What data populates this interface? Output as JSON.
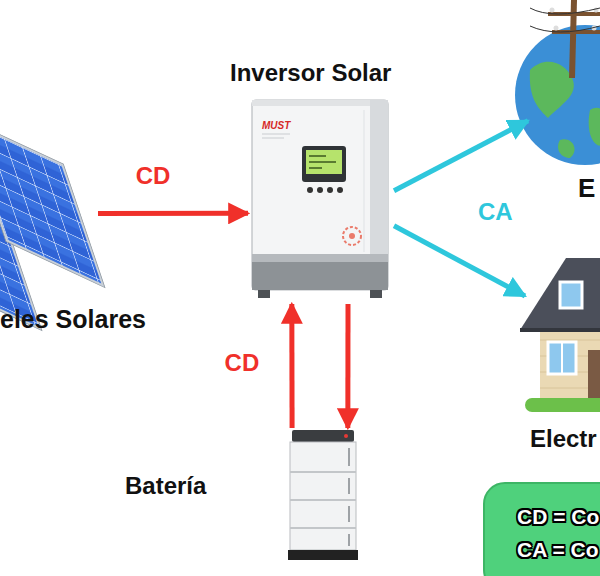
{
  "diagram": {
    "nodes": [
      {
        "text": [
          "Inversor Solar"
        ]
      },
      {
        "text": [
          "E"
        ]
      },
      {
        "text": [
          "eles Solares"
        ]
      },
      {
        "text": [
          "Electr"
        ]
      },
      {
        "text": [
          "Batería"
        ]
      },
      {
        "text": [
          "CD = Co",
          "CA = Co"
        ]
      }
    ],
    "edges": [
      {
        "from": 2,
        "to": 0,
        "label": "CD",
        "arrow": "to"
      },
      {
        "from": 0,
        "to": 1,
        "arrow": "to"
      },
      {
        "from": 0,
        "to": 3,
        "arrow": "to"
      },
      {
        "from": 4,
        "to": 0,
        "label": "CD",
        "arrow": "to"
      },
      {
        "from": 0,
        "to": 4,
        "arrow": "to"
      }
    ],
    "labels": [
      "MUST",
      "CA"
    ]
  }
}
